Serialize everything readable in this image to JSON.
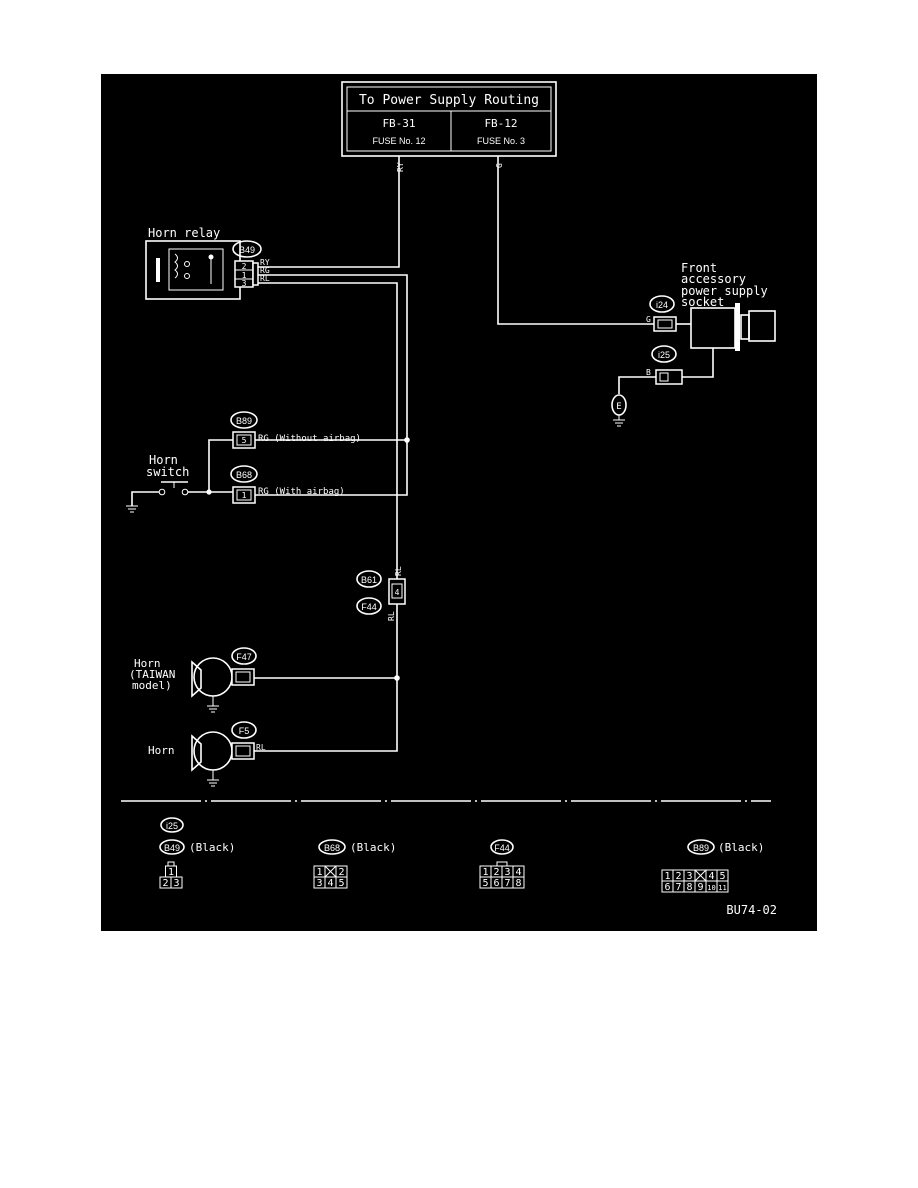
{
  "power_box": {
    "title": "To Power Supply Routing",
    "left_fuse": "FB-31",
    "left_fuse_no": "FUSE No. 12",
    "right_fuse": "FB-12",
    "right_fuse_no": "FUSE No. 3"
  },
  "wire_colors": {
    "ry_vertical": "RY",
    "g_vertical": "G",
    "relay_ry": "RY",
    "relay_rg": "RG",
    "relay_rl": "RL",
    "accessory_g": "G",
    "accessory_b": "B",
    "rg_without_airbag": "RG (Without airbag)",
    "rg_with_airbag": "RG (With airbag)",
    "b61_rl": "RL",
    "f44_rl": "RL",
    "horn_rl": "RL"
  },
  "components": {
    "horn_relay": "Horn relay",
    "front_accessory": [
      "Front",
      "accessory",
      "power supply",
      "socket"
    ],
    "horn_switch": [
      "Horn",
      "switch"
    ],
    "horn_taiwan": [
      "Horn",
      "(TAIWAN",
      "model)"
    ],
    "horn": "Horn",
    "ground_e": "E"
  },
  "connectors": {
    "b49": "B49",
    "i24": "i24",
    "i25": "i25",
    "b89": "B89",
    "b68": "B68",
    "b61": "B61",
    "f44": "F44",
    "f47": "F47",
    "f5": "F5",
    "relay_pin_2": "2",
    "relay_pin_1": "1",
    "relay_pin_3": "3",
    "b89_pin": "5",
    "b68_pin": "1",
    "f44_pin": "4"
  },
  "legend": {
    "i25": "i25",
    "b49": "B49",
    "b49_color": "(Black)",
    "b68": "B68",
    "b68_color": "(Black)",
    "f44": "F44",
    "b89": "B89",
    "b89_color": "(Black)",
    "b49_pins_top": [
      "1"
    ],
    "b49_pins_bottom": [
      "2",
      "3"
    ],
    "b68_pins_top": [
      "1",
      "",
      "2"
    ],
    "b68_pins_bottom": [
      "3",
      "4",
      "5"
    ],
    "f44_pins_top": [
      "1",
      "2",
      "3",
      "4"
    ],
    "f44_pins_bottom": [
      "5",
      "6",
      "7",
      "8"
    ],
    "b89_pins_top": [
      "1",
      "2",
      "3",
      "",
      "4",
      "5"
    ],
    "b89_pins_bottom": [
      "6",
      "7",
      "8",
      "9",
      "10",
      "11"
    ]
  },
  "figure_code": "BU74-02"
}
